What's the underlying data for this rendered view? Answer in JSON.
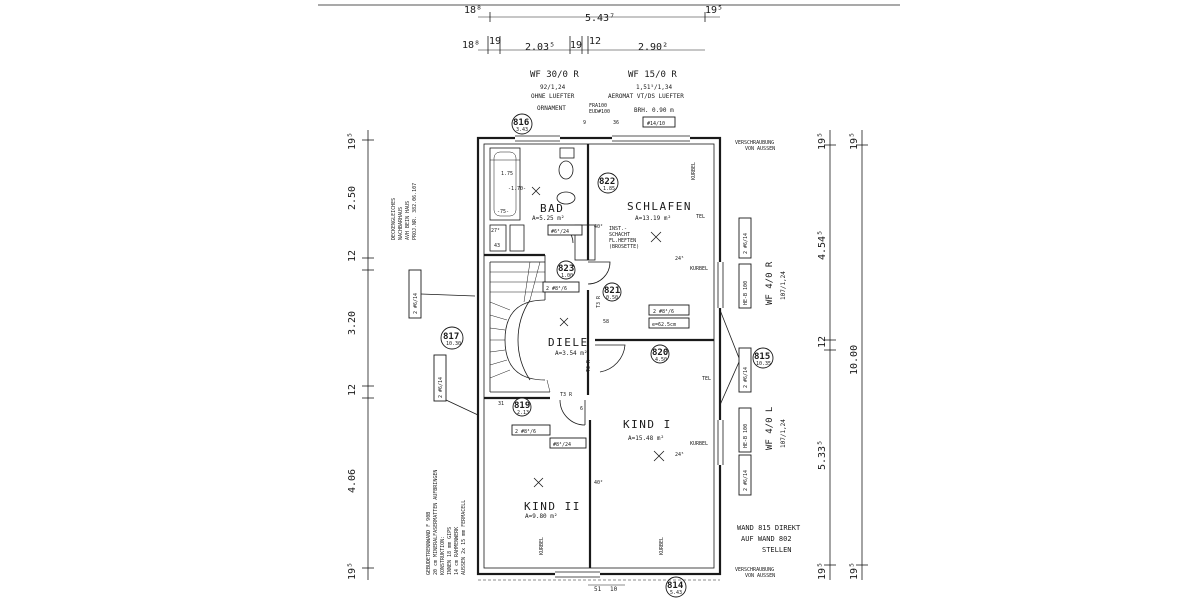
{
  "top_dims": {
    "row1": [
      "18⁸",
      "5.43⁷",
      "19⁵"
    ],
    "row2": [
      "18⁸",
      "19",
      "2.03⁵",
      "19",
      "12",
      "2.90²"
    ]
  },
  "windows": [
    {
      "type": "WF 30/0 R",
      "size": "92/1,24",
      "note": "OHNE LUEFTER",
      "note2": "ORNAMENT"
    },
    {
      "type": "WF 15/0 R",
      "size": "1,51⁵/1,34",
      "note": "AEROMAT VT/DS LUEFTER",
      "note2": "BRH. 0.90 m"
    }
  ],
  "top_labels": {
    "frame": "FRA100",
    "frame2": "EUD#100",
    "d9": "9",
    "d36": "36",
    "lintel": "#14/10"
  },
  "rooms": [
    {
      "name": "BAD",
      "area": "A=5.25 m²"
    },
    {
      "name": "SCHLAFEN",
      "area": "A=13.19 m²"
    },
    {
      "name": "DIELE",
      "area": "A=3.54 m²"
    },
    {
      "name": "KIND I",
      "area": "A=15.48 m²"
    },
    {
      "name": "KIND II",
      "area": "A=9.80 m²"
    }
  ],
  "bubbles": [
    {
      "id": "816",
      "sub": "3.43"
    },
    {
      "id": "822",
      "sub": "1.85"
    },
    {
      "id": "823",
      "sub": "1.00"
    },
    {
      "id": "821",
      "sub": "0.50"
    },
    {
      "id": "817",
      "sub": "10.30"
    },
    {
      "id": "820",
      "sub": "4.50"
    },
    {
      "id": "819",
      "sub": "2.13"
    },
    {
      "id": "815",
      "sub": "10.35"
    },
    {
      "id": "814",
      "sub": "5.43"
    }
  ],
  "lintels": [
    "#6⁴/24",
    "2 #8⁴/6",
    "2 #8⁴/6",
    "e=62.5cm",
    "2 #8⁴/6",
    "#8⁴/24",
    "2 #6/14",
    "2 #6/14"
  ],
  "right_boxes": [
    "2 #6/14",
    "HE-B 100",
    "2 #6/14",
    "HE-B 100",
    "2 #6/14"
  ],
  "right_windows": [
    {
      "type": "WF 4/0 R",
      "size": "107/1,24"
    },
    {
      "type": "WF 4/0 L",
      "size": "107/1,24"
    }
  ],
  "left_dims": [
    "19⁵",
    "2.50",
    "12",
    "3.20",
    "12",
    "4.06",
    "19⁵"
  ],
  "right_dims": {
    "top": "19⁵",
    "top2": "19⁵",
    "a": "4.54⁵",
    "b": "12",
    "c": "5.33⁵",
    "total": "10.00",
    "bot": "19⁵",
    "bot2": "19⁵"
  },
  "bottom_dims": [
    "51",
    "10"
  ],
  "left_note_1": [
    "DECKENGLEICHES",
    "NACHBARHAUS",
    "AVH BEIN HAUS",
    "PROJ.NR. 382.06.107"
  ],
  "left_note_2": [
    "GEBUDETRENNWAND F 90B",
    "20 cm MINERALFASERMATTEN AUFBRINGEN",
    "KONSTRUKTION:",
    "INNEN 18 mm GIPS",
    "14 cm RAHMENWERK",
    "AUSSEN 2x 15 mm FERMACELL"
  ],
  "right_note": [
    "WAND 815 DIREKT",
    "AUF WAND 802",
    "STELLEN"
  ],
  "versch": [
    "VERSCHRAUBUNG",
    "VON AUSSEN"
  ],
  "small": {
    "kurbel": "KURBEL",
    "tel": "TEL",
    "tr": "T3 R",
    "d58": "58",
    "d40": "40²",
    "d24": "24⁵",
    "d6": "6",
    "d31": "31",
    "note_schacht": [
      "INST.-",
      "SCHACHT",
      "FL.HEFTEN",
      "(BROSETTE)"
    ],
    "bath": [
      "1.75",
      "-1.70-",
      "-75-",
      "27²",
      "43"
    ]
  }
}
